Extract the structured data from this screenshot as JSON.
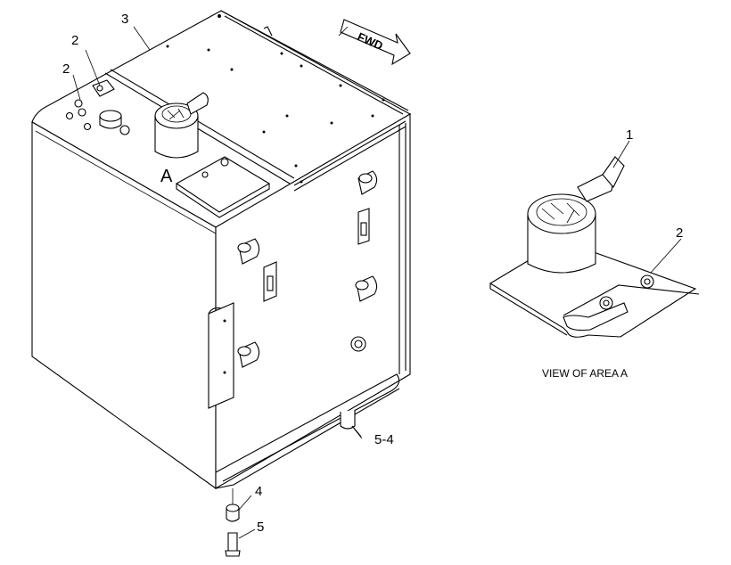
{
  "callouts": {
    "c1": "1",
    "c2a": "2",
    "c2b": "2",
    "c2c": "2",
    "c3": "3",
    "c4": "4",
    "c5": "5",
    "c54": "5-4"
  },
  "view_letter": "A",
  "direction_label": "FWD",
  "detail_caption": "VIEW OF AREA A"
}
